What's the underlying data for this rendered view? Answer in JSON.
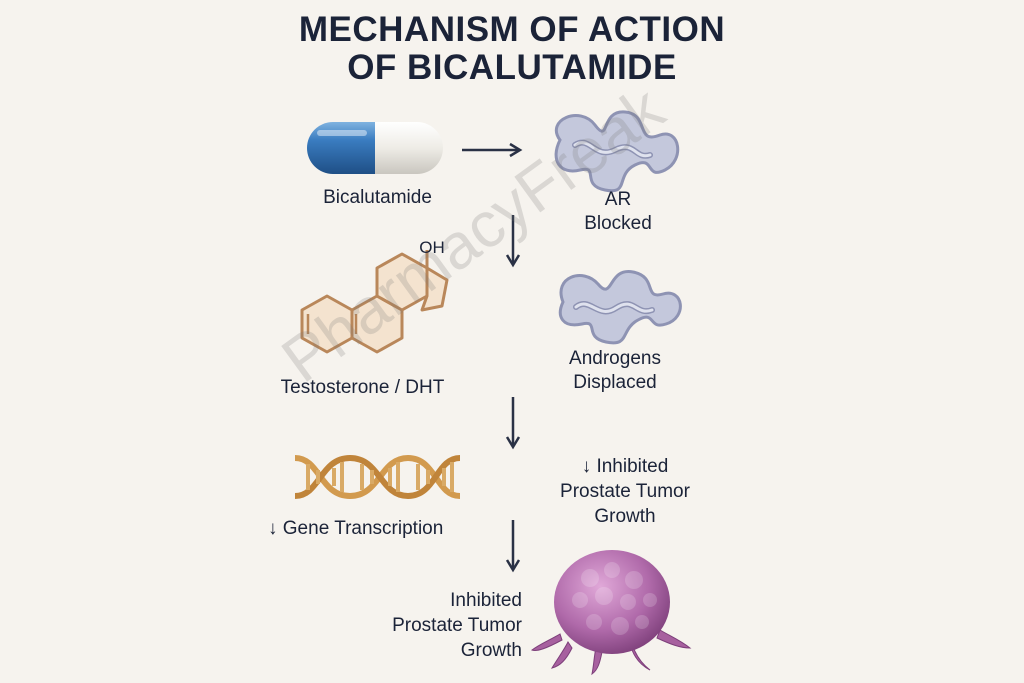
{
  "title": {
    "line1": "MECHANISM OF ACTION",
    "line2": "OF BICALUTAMIDE"
  },
  "nodes": {
    "drug": "Bicalutamide",
    "receptor_blocked": {
      "line1": "AR",
      "line2": "Blocked"
    },
    "hormone": "Testosterone / DHT",
    "hydroxyl": "OH",
    "displaced": {
      "line1": "Androgens",
      "line2": "Displaced"
    },
    "transcription": "↓ Gene Transcription",
    "inhibited_right": {
      "line1": "↓ Inhibited",
      "line2": "Prostate Tumor",
      "line3": "Growth"
    },
    "inhibited_bottom": {
      "line1": "Inhibited",
      "line2": "Prostate Tumor",
      "line3": "Growth"
    }
  },
  "watermark": "PharmacyFreak",
  "colors": {
    "background": "#f6f3ee",
    "text": "#1b2338",
    "capsule_blue": "#2f6fb0",
    "capsule_white": "#f2f2ee",
    "protein": "#b9bfd6",
    "molecule_fill": "#f4e3cf",
    "molecule_stroke": "#b9875a",
    "dna": "#d29a4e",
    "tumor": "#b06aaa"
  }
}
